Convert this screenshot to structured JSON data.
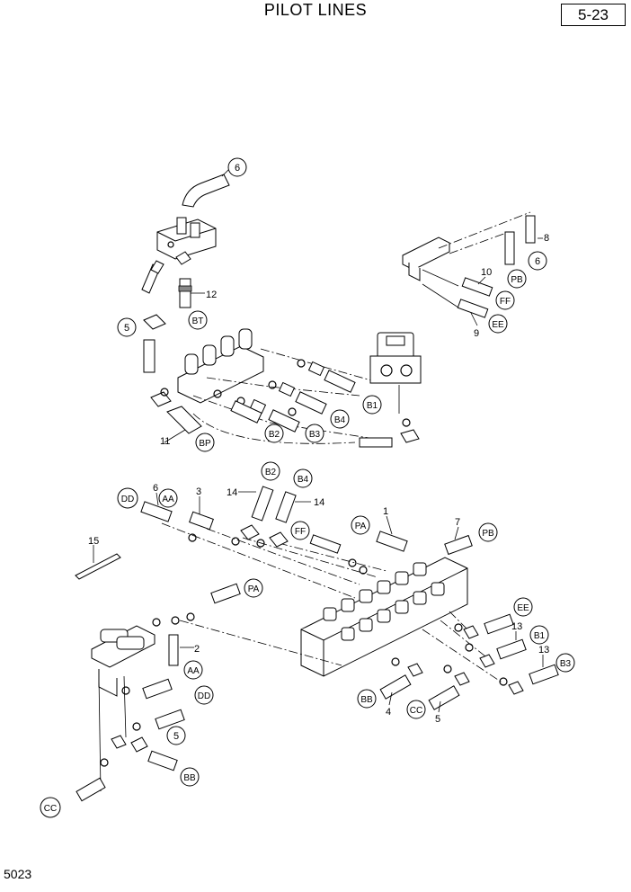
{
  "header": {
    "title": "PILOT LINES",
    "page_number": "5-23"
  },
  "footer": {
    "drawing_code": "5023"
  },
  "circle_callouts": [
    "6",
    "5",
    "BT",
    "B1",
    "B4",
    "B3",
    "B2",
    "BP",
    "PB",
    "6",
    "FF",
    "EE",
    "DD",
    "AA",
    "B2",
    "B4",
    "FF",
    "PA",
    "PB",
    "PA",
    "AA",
    "DD",
    "5",
    "BB",
    "CC",
    "EE",
    "B1",
    "B3",
    "BB",
    "CC"
  ],
  "number_labels": [
    "12",
    "11",
    "8",
    "10",
    "9",
    "6",
    "3",
    "14",
    "14",
    "1",
    "7",
    "15",
    "2",
    "13",
    "13",
    "4",
    "5"
  ]
}
